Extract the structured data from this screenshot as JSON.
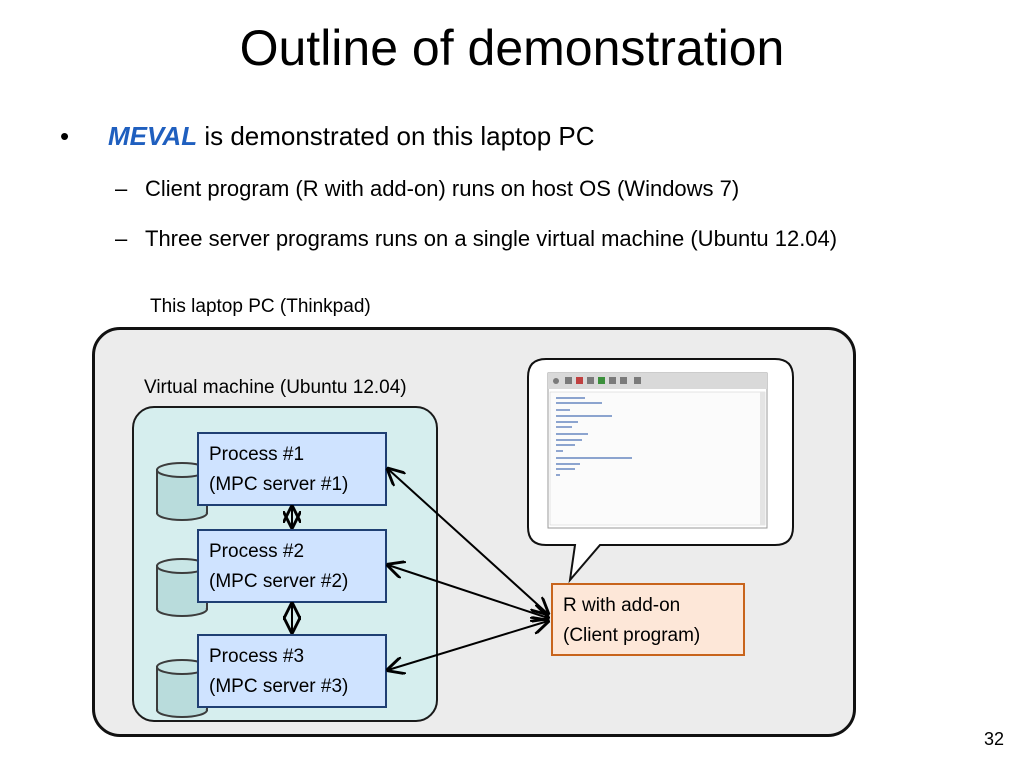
{
  "slide": {
    "title": "Outline of demonstration",
    "bullet": {
      "marker": "•",
      "highlight": "MEVAL",
      "text": "is demonstrated on this laptop PC"
    },
    "sub_bullets": [
      {
        "marker": "–",
        "text": "Client program (R with add-on) runs on host OS (Windows 7)"
      },
      {
        "marker": "–",
        "text": "Three server programs runs on a single virtual machine (Ubuntu 12.04)"
      }
    ],
    "page_number": "32"
  },
  "diagram": {
    "laptop_label": "This laptop PC (Thinkpad)",
    "vm_label": "Virtual machine (Ubuntu 12.04)",
    "processes": [
      {
        "line1": "Process #1",
        "line2": "(MPC server #1)"
      },
      {
        "line1": "Process #2",
        "line2": "(MPC server #2)"
      },
      {
        "line1": "Process #3",
        "line2": "(MPC server #3)"
      }
    ],
    "client": {
      "line1": "R with add-on",
      "line2": "(Client program)"
    },
    "icons": [
      "database-icon",
      "r-console-screenshot",
      "speech-bubble"
    ],
    "colors": {
      "meval": "#1f5fbf",
      "process_fill": "#cfe3ff",
      "process_border": "#1f3f73",
      "client_fill": "#fde7d8",
      "client_border": "#c8641c",
      "vm_fill": "#d6eeee",
      "laptop_fill": "#ececec",
      "database_fill": "#b9dcdc"
    }
  }
}
